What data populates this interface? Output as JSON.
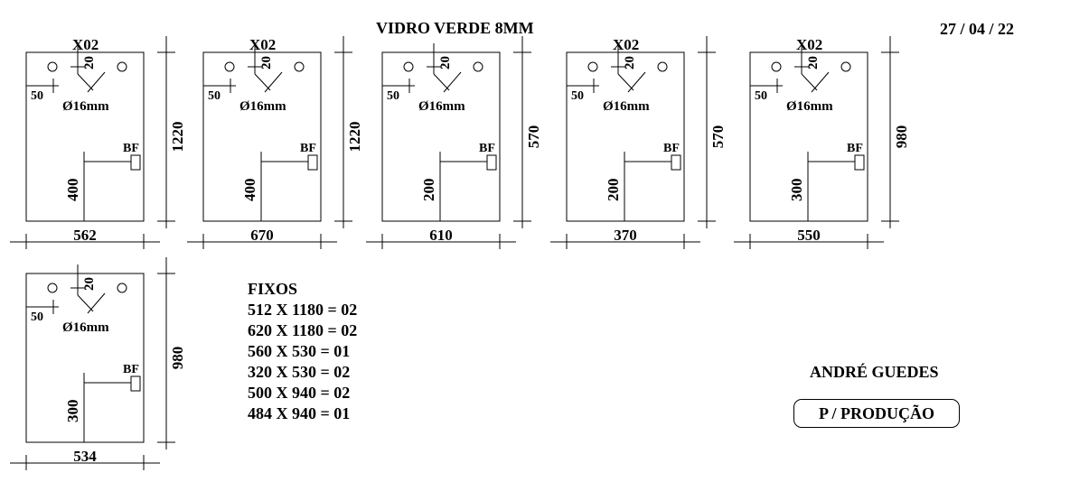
{
  "title": "VIDRO VERDE 8MM",
  "date": "27 / 04 / 22",
  "common_labels": {
    "offset_top": "20",
    "offset_side": "50",
    "hole": "Ø16mm",
    "bf": "BF"
  },
  "pieces": [
    {
      "label": "X02",
      "width": "562",
      "height": "1220",
      "bf_height": "400"
    },
    {
      "label": "X02",
      "width": "670",
      "height": "1220",
      "bf_height": "400"
    },
    {
      "label": "",
      "width": "610",
      "height": "570",
      "bf_height": "200"
    },
    {
      "label": "X02",
      "width": "370",
      "height": "570",
      "bf_height": "200"
    },
    {
      "label": "X02",
      "width": "550",
      "height": "980",
      "bf_height": "300"
    },
    {
      "label": "",
      "width": "534",
      "height": "980",
      "bf_height": "300"
    }
  ],
  "fixos": {
    "heading": "FIXOS",
    "items": [
      "512 X 1180 = 02",
      "620 X 1180 = 02",
      "560 X 530 = 01",
      "320 X 530 = 02",
      "500 X 940 = 02",
      "484 X 940 = 01"
    ]
  },
  "author": "ANDRÉ GUEDES",
  "stamp": "P / PRODUÇÃO"
}
